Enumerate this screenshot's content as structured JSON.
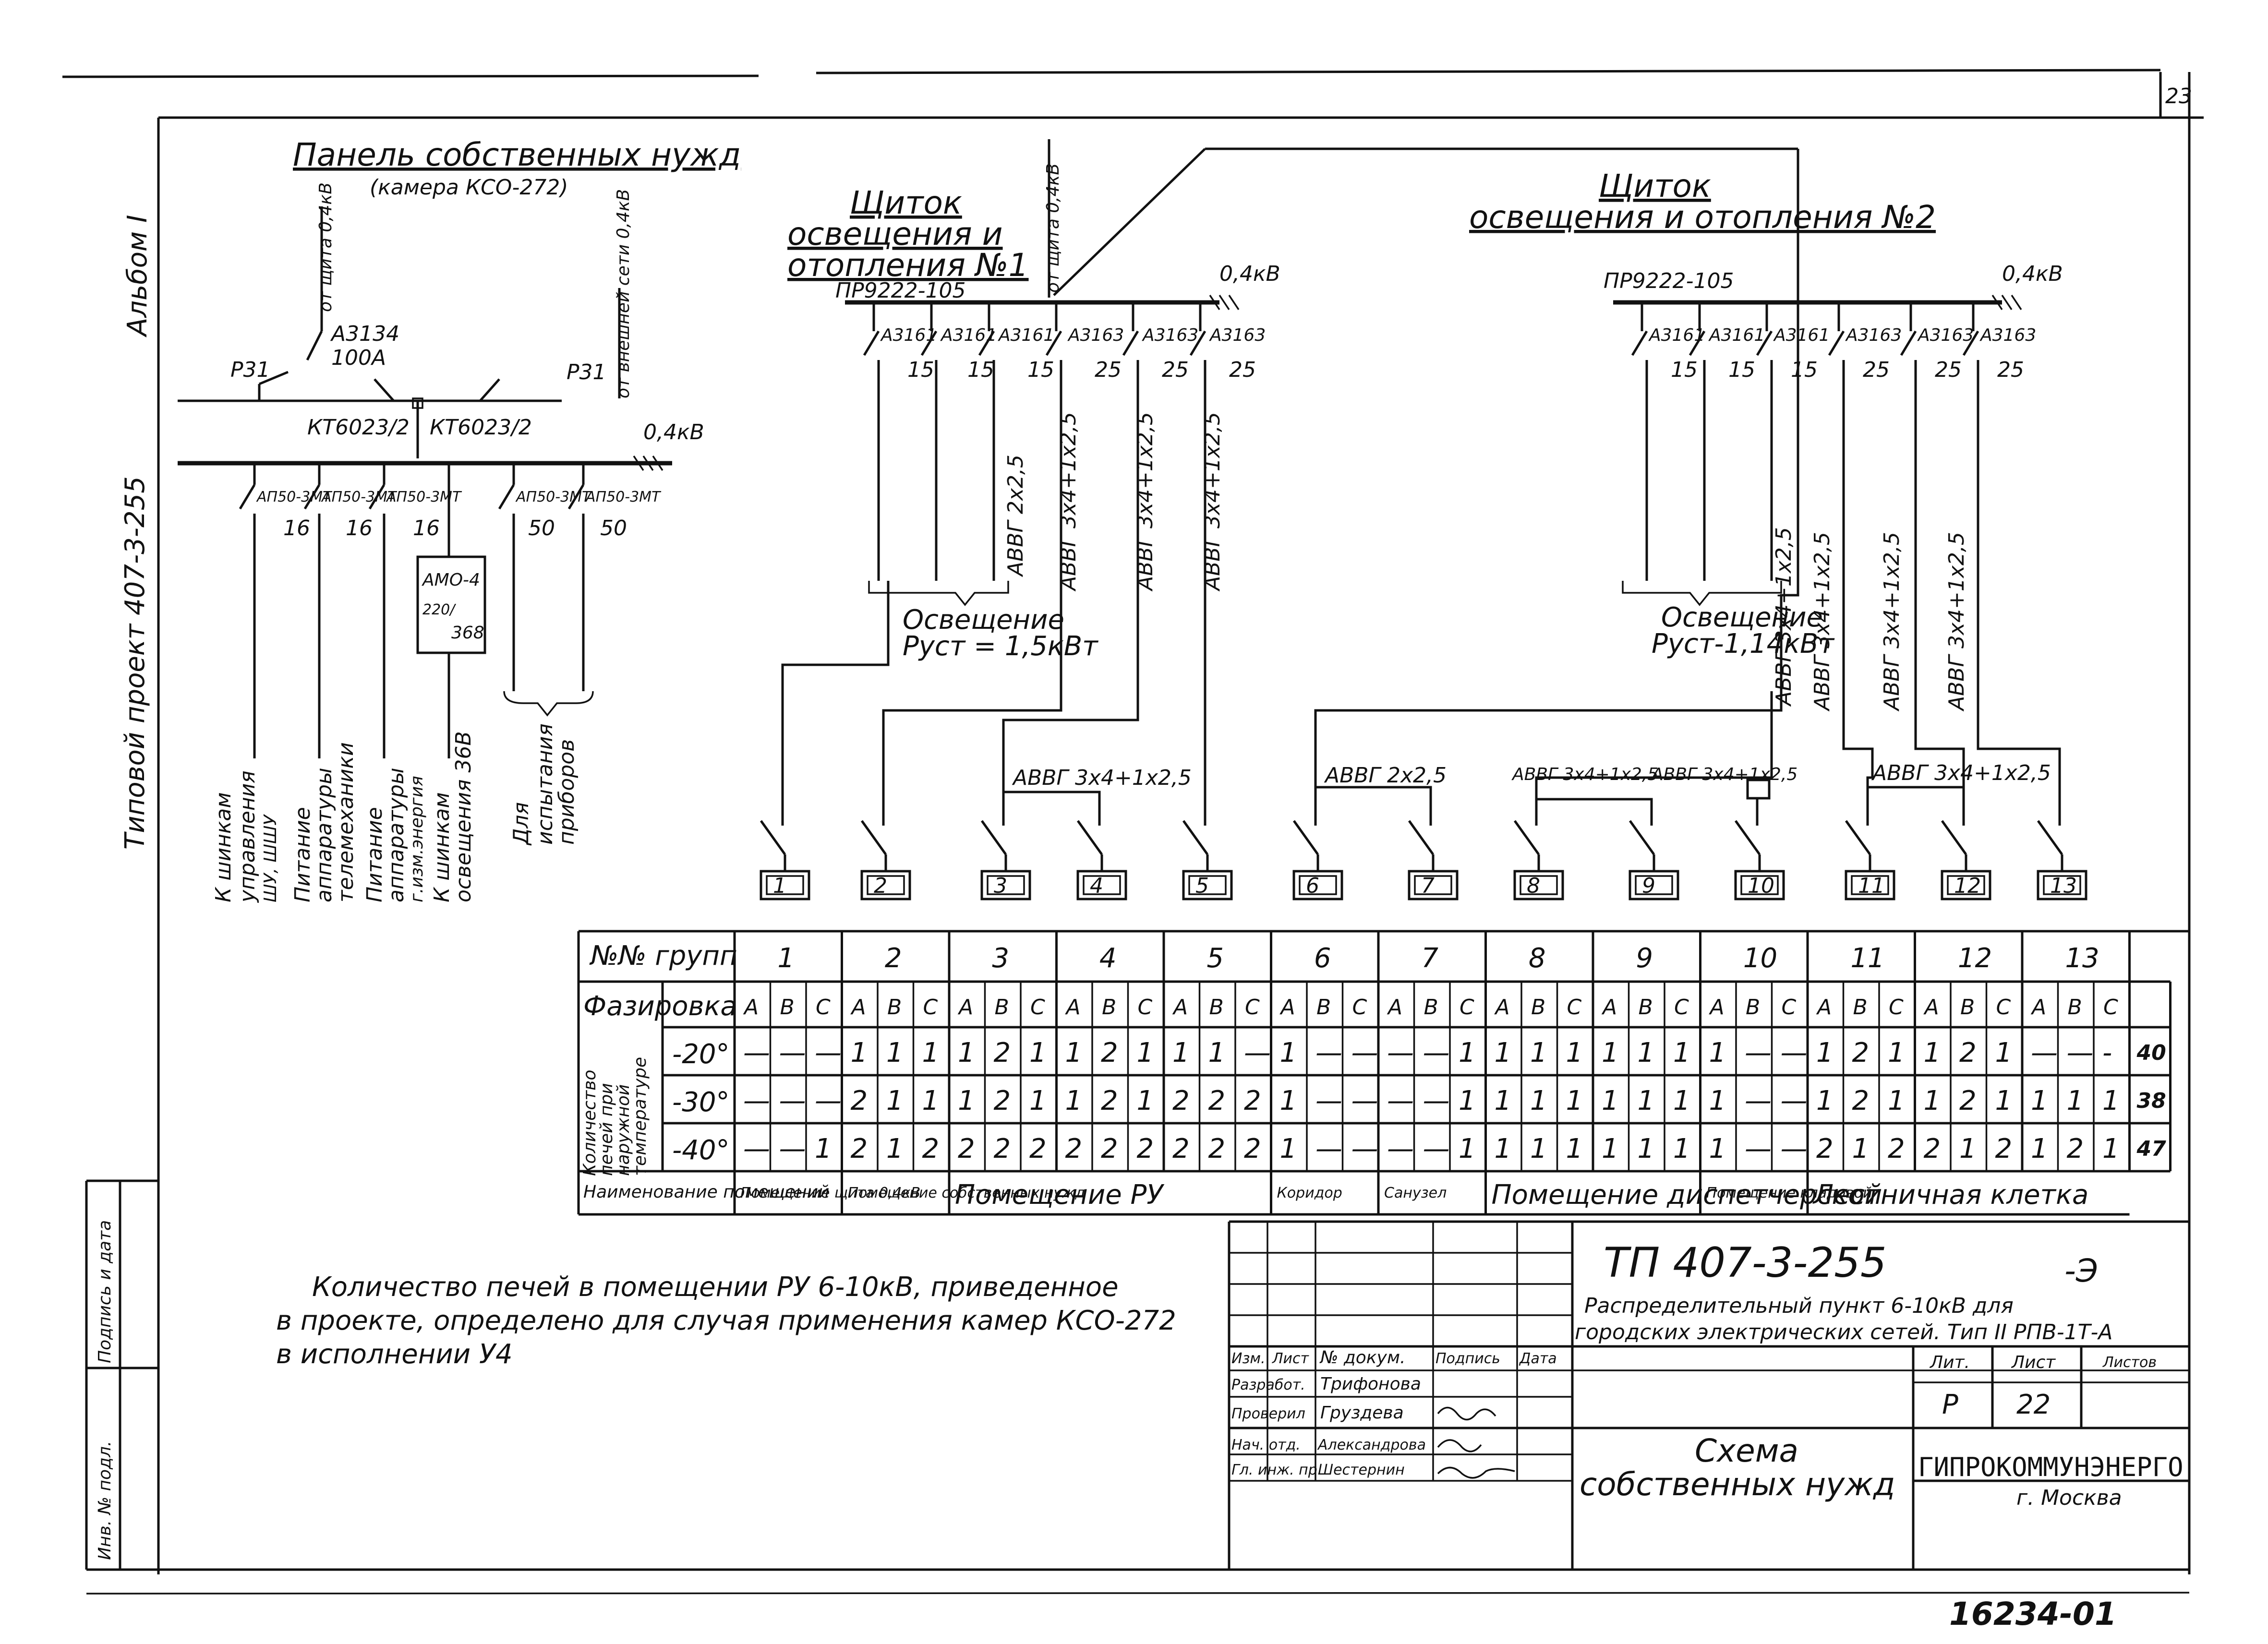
{
  "sheet": {
    "page_number": "23",
    "album": "Альбом I",
    "project": "Типовой проект 407-3-255",
    "doc_number": "16234-01",
    "side_labels": [
      "Подпись и дата",
      "Инв. № подл."
    ]
  },
  "panel": {
    "title": "Панель собственных нужд",
    "subtitle": "(камера КСО-272)",
    "feed_left": "от щита 0,4кВ",
    "feed_right": "от внешней сети 0,4кВ",
    "breaker_main": "А3134",
    "breaker_main_rating": "100А",
    "switch_left": "Р31",
    "switch_right": "Р31",
    "contactor_left": "КТ6023/2",
    "contactor_right": "КТ6023/2",
    "voltage": "0,4кВ",
    "meter": [
      "АМО-4",
      "220/",
      "368"
    ],
    "breakers": [
      {
        "type": "АП50-3МТ",
        "rating": "16"
      },
      {
        "type": "АП50-3МТ",
        "rating": "16"
      },
      {
        "type": "АП50-3МТ",
        "rating": "16"
      },
      {
        "type": "АП50-3МТ",
        "rating": "50"
      },
      {
        "type": "АП50-3МТ",
        "rating": "50"
      }
    ],
    "consumers": [
      [
        "К шинкам",
        "управления",
        "ШУ, ШШУ"
      ],
      [
        "Питание",
        "аппаратуры",
        "телемеханики"
      ],
      [
        "Питание",
        "аппаратуры",
        "г.изм.энергия"
      ],
      [
        "К шинкам",
        "освещения 36В"
      ],
      [
        "Для",
        "испытания",
        "приборов"
      ]
    ]
  },
  "shield1": {
    "title": [
      "Щиток",
      "освещения и",
      "отопления №1"
    ],
    "model": "ПР9222-105",
    "feed": "от щита 0,4кВ",
    "voltage": "0,4кВ",
    "breakers": [
      {
        "type": "А3161",
        "rating": "15"
      },
      {
        "type": "А3161",
        "rating": "15"
      },
      {
        "type": "А3161",
        "rating": "15"
      },
      {
        "type": "А3163",
        "rating": "25"
      },
      {
        "type": "А3163",
        "rating": "25"
      },
      {
        "type": "А3163",
        "rating": "25"
      }
    ],
    "cables": [
      "АВВГ 2х2,5",
      "АВВГ 3х4+1х2,5",
      "АВВГ 3х4+1х2,5",
      "АВВГ 3х4+1х2,5"
    ],
    "lighting": [
      "Освещение",
      "Руст = 1,5кВт"
    ]
  },
  "shield2": {
    "title": [
      "Щиток",
      "освещения и отопления №2"
    ],
    "model": "ПР9222-105",
    "voltage": "0,4кВ",
    "breakers": [
      {
        "type": "А3161",
        "rating": "15"
      },
      {
        "type": "А3161",
        "rating": "15"
      },
      {
        "type": "А3161",
        "rating": "15"
      },
      {
        "type": "А3163",
        "rating": "25"
      },
      {
        "type": "А3163",
        "rating": "25"
      },
      {
        "type": "А3163",
        "rating": "25"
      }
    ],
    "cables": [
      "АВВГ 3х4+1х2,5",
      "АВВГ 3х4+1х2,5",
      "АВВГ 3х4+1х2,5",
      "АВВГ 3х4+1х2,5"
    ],
    "lighting": [
      "Освещение",
      "Руст-1,14кВт"
    ]
  },
  "group_cables": [
    {
      "label": "АВВГ 3х4+1х2,5"
    },
    {
      "label": "АВВГ 2х2,5"
    },
    {
      "label": "АВВГ 3х4+1х2,5"
    },
    {
      "label": "АВВГ 3х4+1х2,5"
    },
    {
      "label": "АВВГ 3х4+1х2,5"
    }
  ],
  "groups": [
    "1",
    "2",
    "3",
    "4",
    "5",
    "6",
    "7",
    "8",
    "9",
    "10",
    "11",
    "12",
    "13"
  ],
  "table": {
    "row_groups_label": "№№ групп",
    "row_phase_label": "Фазировка",
    "rotated_label": [
      "Количество",
      "печей при",
      "наружной",
      "температуре"
    ],
    "phases": [
      "A",
      "B",
      "C"
    ],
    "groups": [
      "1",
      "2",
      "3",
      "4",
      "5",
      "6",
      "7",
      "8",
      "9",
      "10",
      "11",
      "12",
      "13"
    ],
    "rows": [
      {
        "temp": "-20°",
        "values": [
          "—",
          "—",
          "—",
          "1",
          "1",
          "1",
          "1",
          "2",
          "1",
          "1",
          "2",
          "1",
          "1",
          "1",
          "—",
          "1",
          "—",
          "—",
          "—",
          "—",
          "1",
          "1",
          "1",
          "1",
          "1",
          "1",
          "1",
          "1",
          "—",
          "—",
          "1",
          "2",
          "1",
          "1",
          "2",
          "1",
          "—",
          "—",
          "-"
        ],
        "total": "40"
      },
      {
        "temp": "-30°",
        "values": [
          "—",
          "—",
          "—",
          "2",
          "1",
          "1",
          "1",
          "2",
          "1",
          "1",
          "2",
          "1",
          "2",
          "2",
          "2",
          "1",
          "—",
          "—",
          "—",
          "—",
          "1",
          "1",
          "1",
          "1",
          "1",
          "1",
          "1",
          "1",
          "—",
          "—",
          "1",
          "2",
          "1",
          "1",
          "2",
          "1",
          "1",
          "1",
          "1"
        ],
        "total": "38"
      },
      {
        "temp": "-40°",
        "values": [
          "—",
          "—",
          "1",
          "2",
          "1",
          "2",
          "2",
          "2",
          "2",
          "2",
          "2",
          "2",
          "2",
          "2",
          "2",
          "1",
          "—",
          "—",
          "—",
          "—",
          "1",
          "1",
          "1",
          "1",
          "1",
          "1",
          "1",
          "1",
          "—",
          "—",
          "2",
          "1",
          "2",
          "2",
          "1",
          "2",
          "1",
          "2",
          "1"
        ],
        "total": "47"
      }
    ],
    "room_label": "Наименование помещений",
    "rooms": [
      {
        "label": "Помещение щита 0,4кВ",
        "span": 1
      },
      {
        "label": "Помещение собственных нужд",
        "span": 1
      },
      {
        "label": "Помещение РУ",
        "span": 3
      },
      {
        "label": "Коридор",
        "span": 1
      },
      {
        "label": "Санузел",
        "span": 1
      },
      {
        "label": "Помещение диспетчерской",
        "span": 2
      },
      {
        "label": "Помещение кладовой",
        "span": 1
      },
      {
        "label": "Лестничная клетка",
        "span": 3
      }
    ]
  },
  "note": [
    "Количество печей в помещении РУ 6-10кВ, приведенное",
    "в проекте, определено  для случая применения камер КСО-272",
    "в исполнении У4"
  ],
  "title_block": {
    "code": "ТП 407-3-255",
    "suffix": "-Э",
    "description": [
      "Распределительный пункт 6-10кВ  для",
      "городских электрических сетей. Тип II РПВ-1Т-А"
    ],
    "headers": [
      "Изм.",
      "Лист",
      "№ докум.",
      "Подпись",
      "Дата"
    ],
    "people": [
      {
        "role": "Разработ.",
        "name": "Трифонова"
      },
      {
        "role": "Проверил",
        "name": "Груздева"
      },
      {
        "role": "Нач. отд.",
        "name": "Александрова"
      },
      {
        "role": "Гл. инж. пр.",
        "name": "Шестернин"
      }
    ],
    "lit_header": "Лит.",
    "sheet_header": "Лист",
    "sheets_header": "Листов",
    "lit": "Р",
    "sheet": "22",
    "drawing_title": [
      "Схема",
      "собственных нужд"
    ],
    "org": "ГИПРОКОММУНЭНЕРГО",
    "city": "г. Москва"
  }
}
